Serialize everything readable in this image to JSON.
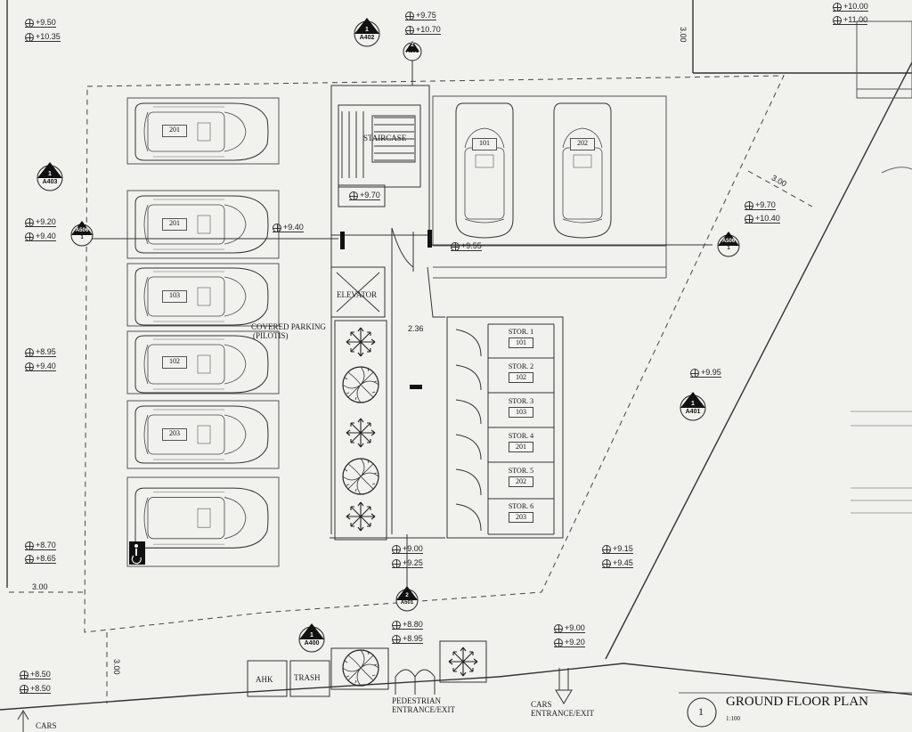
{
  "plan_title": "GROUND FLOOR PLAN",
  "plan_number": "1",
  "plan_scale": "1:100",
  "rooms": {
    "staircase": "STAIRCASE",
    "elevator": "ELEVATOR",
    "covered_parking": "COVERED PARKING",
    "covered_parking_sub": "(PILOTIS)",
    "ahk": "AHK",
    "trash": "TRASH",
    "pedestrian_entrance": "PEDESTRIAN",
    "pedestrian_entrance_sub": "ENTRANCE/EXIT",
    "cars_entrance": "CARS",
    "cars_entrance_sub": "ENTRANCE/EXIT",
    "cars_arrow": "CARS"
  },
  "parking_spaces": {
    "left_1": "201",
    "left_2": "201",
    "left_3": "103",
    "left_4": "102",
    "left_5": "203",
    "right_1": "101",
    "right_2": "202"
  },
  "storage": [
    {
      "name": "STOR. 1",
      "number": "101"
    },
    {
      "name": "STOR. 2",
      "number": "102"
    },
    {
      "name": "STOR. 3",
      "number": "103"
    },
    {
      "name": "STOR. 4",
      "number": "201"
    },
    {
      "name": "STOR. 5",
      "number": "202"
    },
    {
      "name": "STOR. 6",
      "number": "203"
    }
  ],
  "levels": {
    "l1": "+9.50",
    "l2": "+10.35",
    "l3": "+9.75",
    "l4": "+10.70",
    "l5": "+10.00",
    "l6": "+11.00",
    "l7": "+9.20",
    "l8": "+9.40",
    "l9": "+9.40",
    "l10": "+9.70",
    "l11": "+9.55",
    "l12": "+9.70",
    "l13": "+10.40",
    "l14": "+8.95",
    "l15": "+9.40",
    "l16": "+9.95",
    "l17": "+8.70",
    "l18": "+8.65",
    "l19": "+9.00",
    "l20": "+9.25",
    "l21": "+9.15",
    "l22": "+9.45",
    "l23": "+8.80",
    "l24": "+8.95",
    "l25": "+9.00",
    "l26": "+9.20",
    "l27": "+8.50",
    "l28": "+8.50"
  },
  "dimensions": {
    "d1": "3.00",
    "d2": "3.00",
    "d3": "2.36",
    "d4": "3.00",
    "d5": "3.00"
  },
  "section_markers": {
    "m1_num": "1",
    "m1_ref": "A402",
    "m2_num": "2",
    "m2_ref": "A501",
    "m3_num": "1",
    "m3_ref": "A403",
    "m4_ref": "A506",
    "m4_num": "1",
    "m5_ref": "A506",
    "m5_num": "1",
    "m6_num": "1",
    "m6_ref": "A401",
    "m7_num": "2",
    "m7_ref": "A501",
    "m8_num": "1",
    "m8_ref": "A400"
  },
  "colors": {
    "paper": "#f1f1ee",
    "ink": "#222222"
  }
}
